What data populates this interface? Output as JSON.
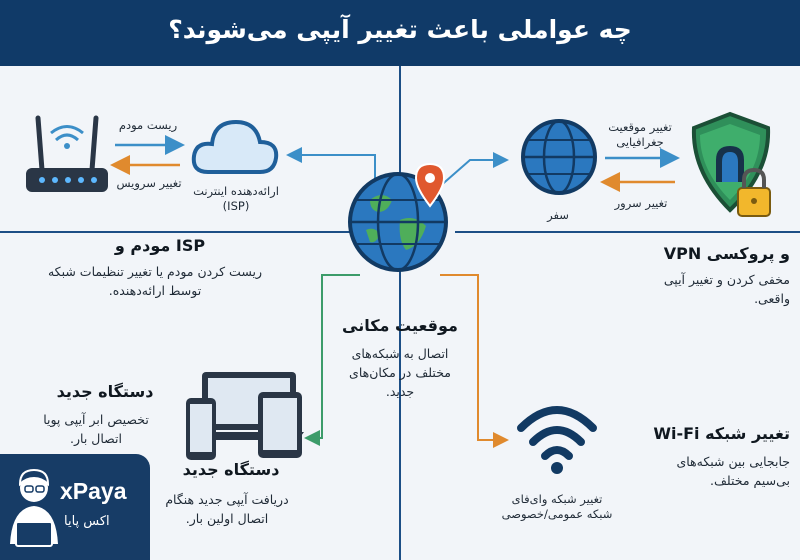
{
  "title": "چه عواملی باعث تغییر آیپی می‌شوند؟",
  "center": {
    "heading": "موقعیت مکانی",
    "body": "اتصال به شبکه‌های مختلف در مکان‌های جدید."
  },
  "modem_isp": {
    "heading": "مودم و ISP",
    "body": "ریست کردن مودم یا تغییر تنظیمات شبکه توسط ارائه‌دهنده.",
    "arrow_top_label": "ریست مودم",
    "arrow_bottom_label": "تغییر سرویس",
    "isp_label_line1": "ارائه‌دهنده اینترنت",
    "isp_label_line2": "(ISP)"
  },
  "vpn": {
    "heading": "VPN و پروکسی",
    "body": "مخفی کردن و تغییر آیپی واقعی.",
    "arrow_top_label_line1": "تغییر موقعیت",
    "arrow_top_label_line2": "جغرافیایی",
    "arrow_bottom_label": "تغییر سرور",
    "globe_label": "سفر"
  },
  "device_left": {
    "heading": "دستگاه جدید",
    "body": "تخصیص ابر آیپی پویا اتصال بار."
  },
  "device_bottom": {
    "heading": "دستگاه جدید",
    "body": "دریافت آیپی جدید هنگام اتصال اولین بار."
  },
  "wifi": {
    "heading": "تغییر شبکه Wi-Fi",
    "body": "جابجایی بین شبکه‌های بی‌سیم مختلف.",
    "icon_label_line1": "تغییر شبکه وای‌فای",
    "icon_label_line2": "شبکه عمومی/خصوصی"
  },
  "brand": {
    "name": "xPaya",
    "name_fa": "اکس پایا"
  },
  "colors": {
    "title_bg": "#103a68",
    "blue_arrow": "#3c8fc8",
    "orange_arrow": "#e08a2e",
    "green_arrow": "#3d9c6a",
    "divider": "#1d4f86"
  }
}
